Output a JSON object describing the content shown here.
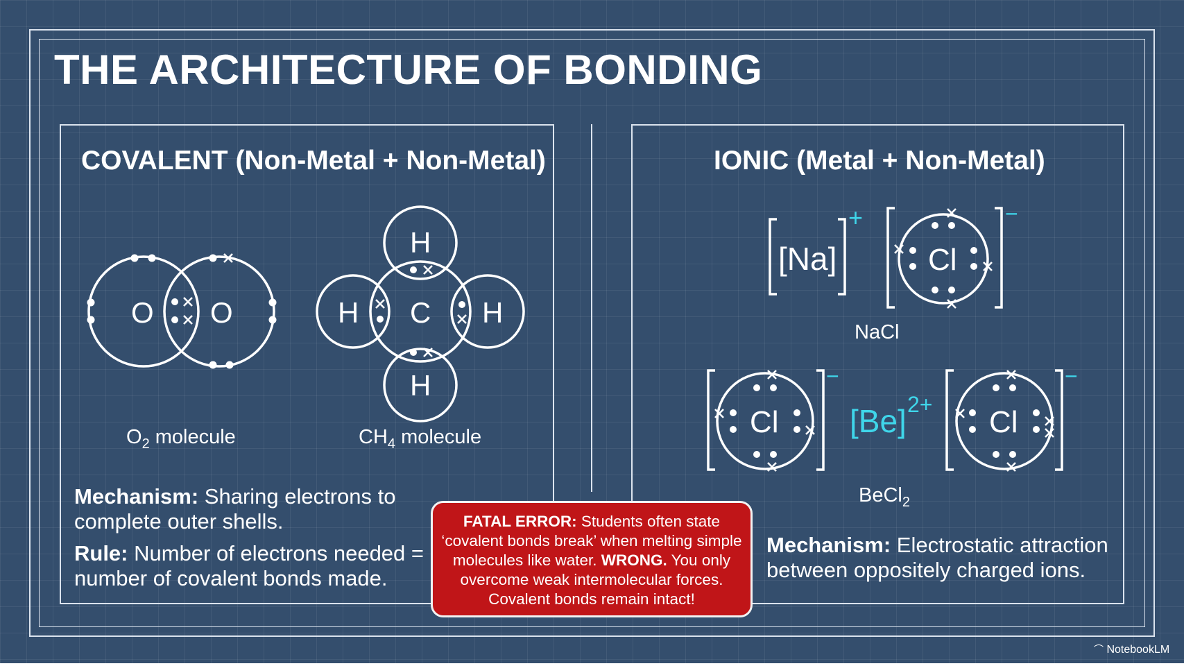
{
  "title": "THE ARCHITECTURE OF BONDING",
  "covalent": {
    "heading": "COVALENT (Non-Metal + Non-Metal)",
    "o2": {
      "atom": "O",
      "label_prefix": "O",
      "label_sub": "2",
      "label_suffix": " molecule"
    },
    "ch4": {
      "center": "C",
      "outer": "H",
      "label_prefix": "CH",
      "label_sub": "4",
      "label_suffix": " molecule"
    },
    "mechanism_term": "Mechanism:",
    "mechanism_text": " Sharing electrons to complete outer shells.",
    "rule_term": "Rule:",
    "rule_text": " Number of electrons needed = number of covalent bonds made."
  },
  "ionic": {
    "heading": "IONIC (Metal + Non-Metal)",
    "nacl": {
      "cation": "[Na]",
      "cation_charge": "+",
      "anion": "Cl",
      "anion_charge": "−",
      "label": "NaCl"
    },
    "becl2": {
      "anion": "Cl",
      "anion_charge": "−",
      "cation": "[Be]",
      "cation_charge": "2+",
      "label_prefix": "BeCl",
      "label_sub": "2"
    },
    "mechanism_term": "Mechanism:",
    "mechanism_text": " Electrostatic attraction between oppositely charged ions."
  },
  "error_box": {
    "term": "FATAL ERROR:",
    "text1": " Students often state ‘covalent bonds break’ when melting simple molecules like water. ",
    "wrong": "WRONG.",
    "text2": " You only overcome weak intermolecular forces. Covalent bonds remain intact!"
  },
  "brand": "NotebookLM",
  "colors": {
    "background": "#344e6d",
    "line": "#ffffff",
    "cyan": "#3fd6ea",
    "error": "#c01518"
  }
}
